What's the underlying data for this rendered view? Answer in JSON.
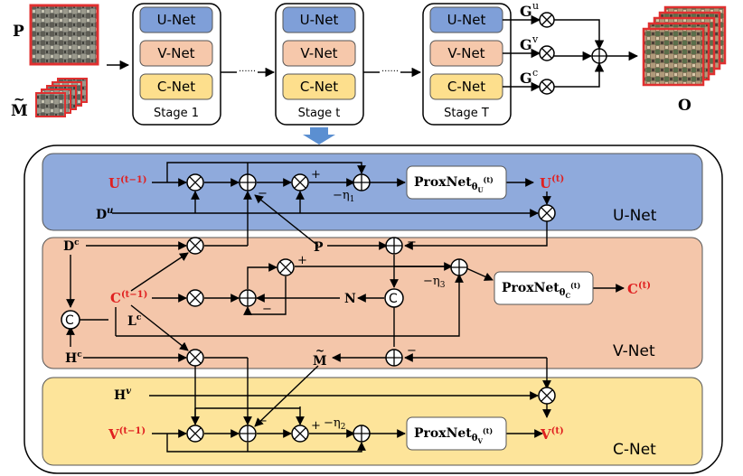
{
  "top": {
    "p_label": "P",
    "m_label": "M",
    "m_accent": "~",
    "o_label": "O",
    "net_names": [
      "U-Net",
      "V-Net",
      "C-Net"
    ],
    "stages": [
      "Stage 1",
      "Stage t",
      "Stage T"
    ],
    "dots": "······",
    "g_base": "G",
    "g_sups": [
      "u",
      "v",
      "c"
    ]
  },
  "detail": {
    "panel_names": [
      "U-Net",
      "V-Net",
      "C-Net"
    ],
    "prox_base": "ProxNet",
    "prox_theta": "θ",
    "prox_subs": [
      "U",
      "C",
      "V"
    ],
    "prox_sup": "(t)",
    "u_in": "U",
    "u_out": "U",
    "c_in": "C",
    "c_out": "C",
    "v_in": "V",
    "v_out": "V",
    "sup_prev": "(t−1)",
    "sup_cur": "(t)",
    "d_base": "D",
    "d_u_sup": "u",
    "d_c_sup": "c",
    "h_base": "H",
    "h_c_sup": "c",
    "h_v_sup": "v",
    "l_base": "L",
    "l_sup": "c",
    "p": "P",
    "n": "N",
    "m": "M",
    "m_accent": "~",
    "eta": "−η",
    "eta_subs": [
      "1",
      "3",
      "2"
    ],
    "concat": "C",
    "plus": "+",
    "minus": "−"
  },
  "colors": {
    "u_block": "#7f9fd8",
    "v_block": "#f6c8ab",
    "c_block": "#fddf8d",
    "u_panel": "#8faadc",
    "v_panel": "#f4c6aa",
    "c_panel": "#fde49a",
    "red_frame": "#e03030",
    "red_text": "#e02020",
    "arrow_down": "#5b8fd1"
  }
}
